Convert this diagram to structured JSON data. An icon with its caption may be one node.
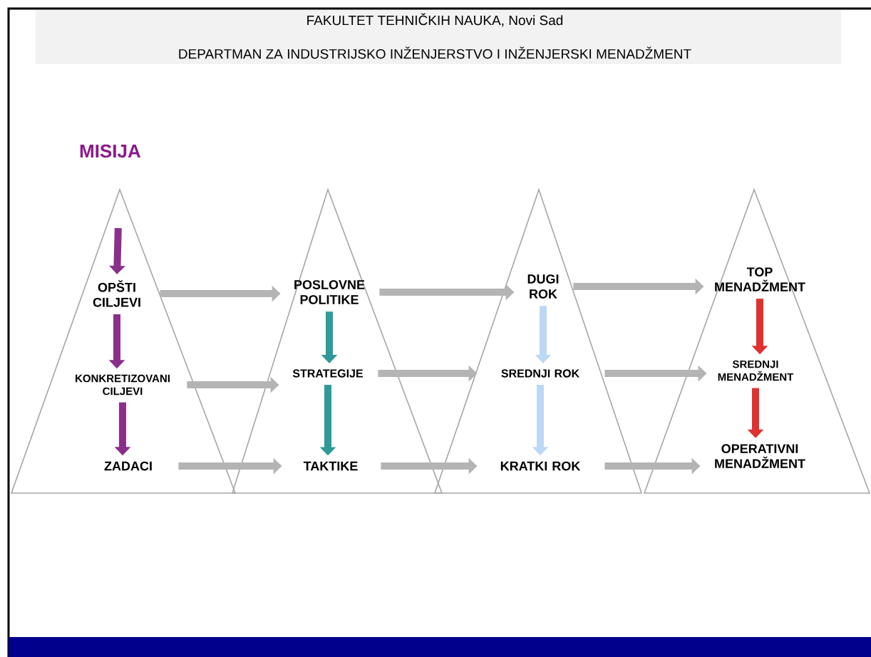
{
  "diagram": {
    "title": "MISIJA",
    "nodes": [
      {
        "text": [],
        "shape": "triangle"
      },
      {
        "text": [
          "OPŠTI CILJEVI"
        ],
        "in": 0
      },
      {
        "text": [
          "KONKRETIZOVANI CILJEVI"
        ],
        "in": 0
      },
      {
        "text": [
          "ZADACI"
        ],
        "in": 0
      },
      {
        "text": [],
        "shape": "triangle"
      },
      {
        "text": [
          "POSLOVNE POLITIKE"
        ],
        "in": 4
      },
      {
        "text": [
          "STRATEGIJE"
        ],
        "in": 4
      },
      {
        "text": [
          "TAKTIKE"
        ],
        "in": 4
      },
      {
        "text": [],
        "shape": "triangle"
      },
      {
        "text": [
          "DUGI ROK"
        ],
        "in": 8
      },
      {
        "text": [
          "SREDNJI ROK"
        ],
        "in": 8
      },
      {
        "text": [
          "KRATKI ROK"
        ],
        "in": 8
      },
      {
        "text": [],
        "shape": "triangle"
      },
      {
        "text": [
          "TOP MENADŽMENT"
        ],
        "in": 12
      },
      {
        "text": [
          "SREDNJI MENADŽMENT"
        ],
        "in": 12
      },
      {
        "text": [
          "OPERATIVNI MENADŽMENT"
        ],
        "in": 12
      }
    ],
    "edges": [
      {
        "from": null,
        "to": 1,
        "arrow": "to",
        "color": "#8b2f8b"
      },
      {
        "from": 1,
        "to": 2,
        "arrow": "to",
        "color": "#8b2f8b"
      },
      {
        "from": 2,
        "to": 3,
        "arrow": "to",
        "color": "#8b2f8b"
      },
      {
        "from": 5,
        "to": 6,
        "arrow": "to",
        "color": "#2e9a9a"
      },
      {
        "from": 6,
        "to": 7,
        "arrow": "to",
        "color": "#2e9a9a"
      },
      {
        "from": 9,
        "to": 10,
        "arrow": "to",
        "color": "#bcd8f5"
      },
      {
        "from": 10,
        "to": 11,
        "arrow": "to",
        "color": "#bcd8f5"
      },
      {
        "from": 13,
        "to": 14,
        "arrow": "to",
        "color": "#e03030"
      },
      {
        "from": 14,
        "to": 15,
        "arrow": "to",
        "color": "#e03030"
      },
      {
        "from": 1,
        "to": 5,
        "arrow": "to"
      },
      {
        "from": 2,
        "to": 6,
        "arrow": "to"
      },
      {
        "from": 3,
        "to": 7,
        "arrow": "to"
      },
      {
        "from": 5,
        "to": 9,
        "arrow": "to"
      },
      {
        "from": 6,
        "to": 10,
        "arrow": "to"
      },
      {
        "from": 7,
        "to": 11,
        "arrow": "to"
      },
      {
        "from": 9,
        "to": 13,
        "arrow": "to"
      },
      {
        "from": 10,
        "to": 14,
        "arrow": "to"
      },
      {
        "from": 11,
        "to": 15,
        "arrow": "to"
      }
    ],
    "labels": [
      "FAKULTET TEHNIČKIH NAUKA, Novi Sad",
      "DEPARTMAN ZA INDUSTRIJSKO INŽENJERSTVO I INŽENJERSKI MENADŽMENT"
    ]
  }
}
